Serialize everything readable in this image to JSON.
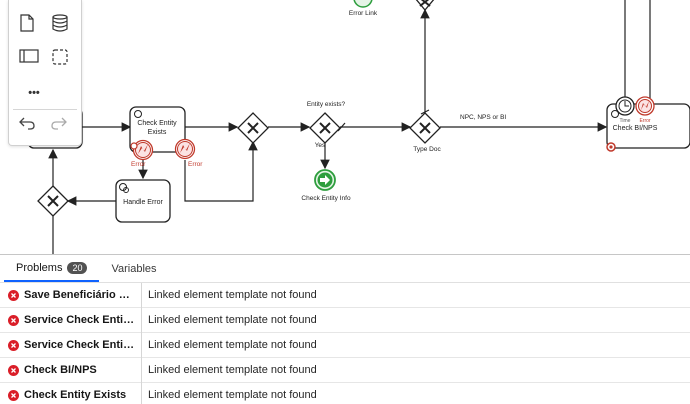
{
  "diagram": {
    "tasks": {
      "check_entity_exists": "Check Entity Exists",
      "handle_error": "Handle Error",
      "check_bi_nps": "Check BI/NPS"
    },
    "labels": {
      "error_link": "Error Link",
      "error_1": "Error",
      "error_2": "Error",
      "entity_exists": "Entity exists?",
      "yes": "Yes",
      "type_doc": "Type Doc",
      "npc_nps_bi": "NPC, NPS or BI",
      "check_entity_info": "Check Entity Info",
      "timer_small": "Time",
      "error_small": "Error"
    },
    "colors": {
      "error_red": "#c0392b",
      "link_green": "#2e9e3e",
      "flow": "#222222"
    }
  },
  "palette": {
    "tools": [
      "data-object-icon",
      "data-store-icon",
      "pool-icon",
      "group-icon",
      "more-icon",
      "undo-icon",
      "redo-icon"
    ],
    "more_label": "•••"
  },
  "panel": {
    "tabs": [
      {
        "label": "Problems",
        "count": "20",
        "active": true
      },
      {
        "label": "Variables",
        "active": false
      }
    ],
    "problems": [
      {
        "element": "Save Beneficiário Ef...",
        "message": "Linked element template not found"
      },
      {
        "element": "Service Check Entity...",
        "message": "Linked element template not found"
      },
      {
        "element": "Service Check Entity...",
        "message": "Linked element template not found"
      },
      {
        "element": "Check BI/NPS",
        "message": "Linked element template not found"
      },
      {
        "element": "Check Entity Exists",
        "message": "Linked element template not found"
      }
    ]
  }
}
